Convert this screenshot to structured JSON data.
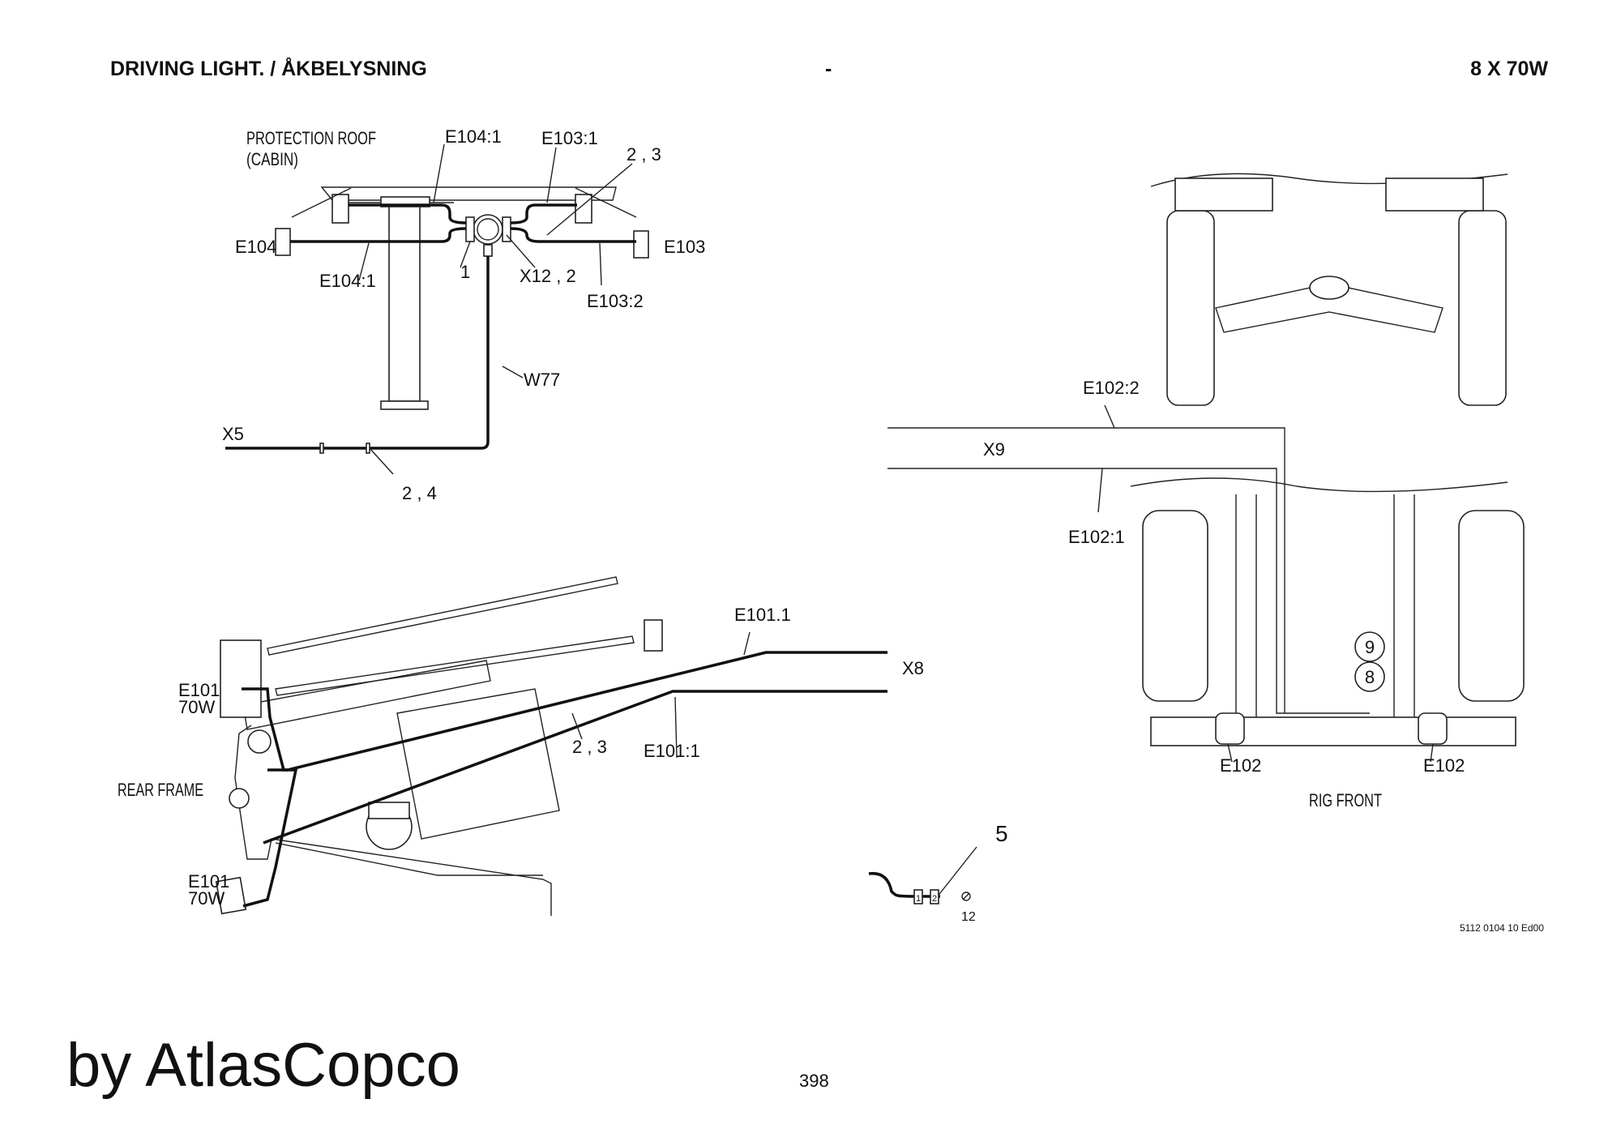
{
  "header": {
    "title": "DRIVING LIGHT. / ÅKBELYSNING",
    "separator": "-",
    "rating": "8 X 70W"
  },
  "roof_view": {
    "title_line1": "PROTECTION ROOF",
    "title_line2": "(CABIN)",
    "labels": [
      "E104:1",
      "E103:1",
      "2 , 3",
      "E104",
      "E103",
      "E104:1",
      "1",
      "X12 , 2",
      "E103:2",
      "W77",
      "X5",
      "2 , 4"
    ]
  },
  "rear_view": {
    "labels": [
      "E101.1",
      "X8",
      "E101",
      "70W",
      "2 , 3",
      "E101:1",
      "REAR FRAME",
      "E101",
      "70W"
    ]
  },
  "front_view": {
    "labels": [
      "E102:2",
      "X9",
      "E102:1",
      "9",
      "8",
      "E102",
      "E102",
      "RIG FRONT"
    ]
  },
  "detail": {
    "callout": "5",
    "connector_1": "1",
    "connector_2": "2",
    "ground_ref": "12"
  },
  "footer": {
    "drawing_number": "5112 0104 10 Ed00",
    "brand": "by AtlasCopco",
    "page_number": "398"
  }
}
